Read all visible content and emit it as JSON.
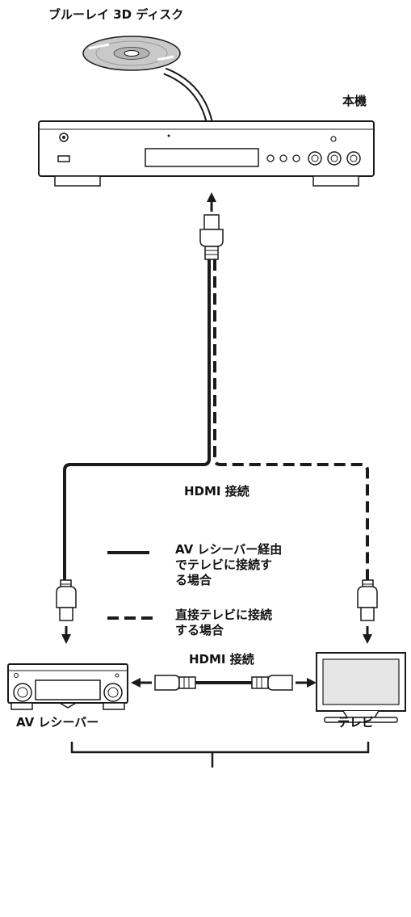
{
  "labels": {
    "disc": "ブルーレイ 3D ディスク",
    "player": "本機",
    "hdmi_top": "HDMI 接続",
    "hdmi_bottom": "HDMI 接続",
    "av_receiver": "AV レシーバー",
    "tv": "テレビ"
  },
  "legend": {
    "solid_lines": [
      "AV レシーバー経由",
      "でテレビに接続す",
      "る場合"
    ],
    "dashed_lines": [
      "直接テレビに接続",
      "する場合"
    ]
  },
  "colors": {
    "line": "#1a1a1a",
    "device_fill": "#ffffff",
    "disc_fill": "#c9c9c9",
    "screen_fill": "#e6e6e6"
  }
}
